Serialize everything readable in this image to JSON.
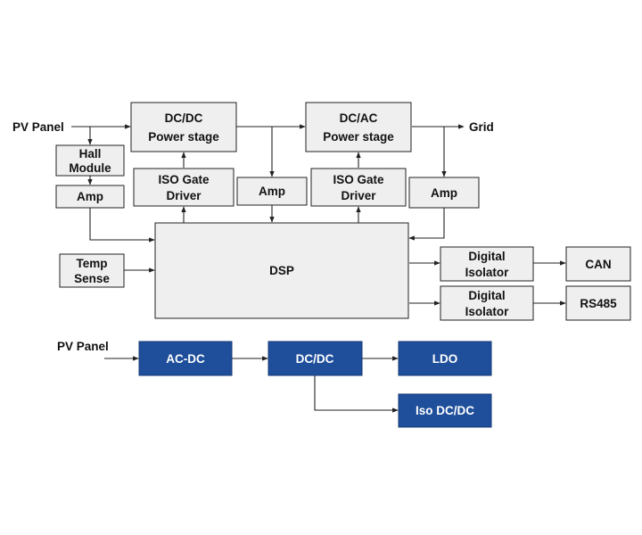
{
  "inverter": {
    "pv_panel_label": "PV Panel",
    "grid_label": "Grid",
    "dcdc_line1": "DC/DC",
    "dcdc_line2": "Power stage",
    "dcac_line1": "DC/AC",
    "dcac_line2": "Power stage",
    "hall_line1": "Hall",
    "hall_line2": "Module",
    "amp_label": "Amp",
    "iso_gate_line1": "ISO Gate",
    "iso_gate_line2": "Driver",
    "temp_line1": "Temp",
    "temp_line2": "Sense",
    "dsp_label": "DSP",
    "digital_isolator_line1": "Digital",
    "digital_isolator_line2": "Isolator",
    "can_label": "CAN",
    "rs485_label": "RS485"
  },
  "power_tree": {
    "pv_panel_label": "PV Panel",
    "acdc_label": "AC-DC",
    "dcdc_label": "DC/DC",
    "ldo_label": "LDO",
    "isodcdc_label": "Iso DC/DC"
  },
  "colors": {
    "box_fill": "#efefef",
    "blue_fill": "#1f4e9a",
    "line": "#222222"
  }
}
